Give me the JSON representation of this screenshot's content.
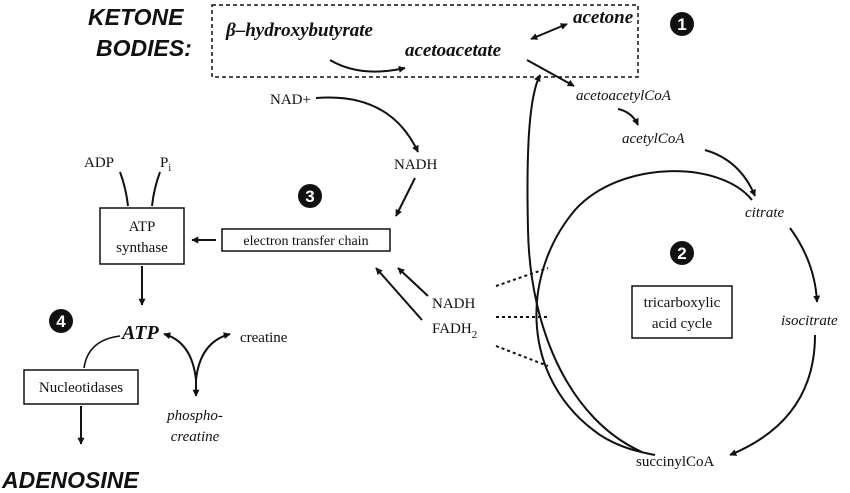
{
  "heading": {
    "line1": "KETONE",
    "line2": "BODIES:"
  },
  "ketone_bodies": {
    "hydroxybutyrate": "β–hydroxybutyrate",
    "acetoacetate": "acetoacetate",
    "acetone": "acetone"
  },
  "metabolites": {
    "nad_plus": "NAD+",
    "nadh_top": "NADH",
    "acetoacetylcoa": "acetoacetylCoA",
    "acetylcoa": "acetylCoA",
    "citrate": "citrate",
    "isocitrate": "isocitrate",
    "succinylcoa": "succinylCoA",
    "nadh_mid": "NADH",
    "fadh2": "FADH",
    "fadh2_sub": "2",
    "adp": "ADP",
    "pi": "P",
    "pi_sub": "i",
    "atp": "ATP",
    "creatine": "creatine",
    "phosphocreatine_1": "phospho-",
    "phosphocreatine_2": "creatine",
    "adenosine": "ADENOSINE"
  },
  "boxes": {
    "etc": "electron transfer chain",
    "atp_synthase_1": "ATP",
    "atp_synthase_2": "synthase",
    "tca_1": "tricarboxylic",
    "tca_2": "acid cycle",
    "nucleotidases": "Nucleotidases"
  },
  "badges": {
    "b1": "1",
    "b2": "2",
    "b3": "3",
    "b4": "4"
  }
}
